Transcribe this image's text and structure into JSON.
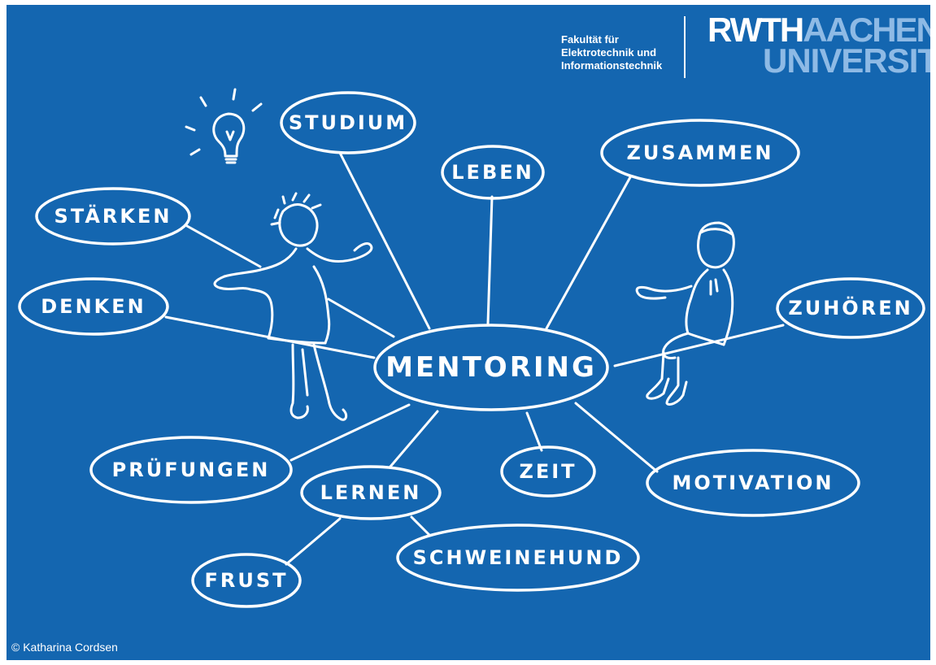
{
  "brand": {
    "faculty_lines": [
      "Fakultät für",
      "Elektrotechnik und",
      "Informationstechnik"
    ],
    "logo_part1": "RWTH",
    "logo_part2": "AACHEN",
    "logo_line2": "UNIVERSITY",
    "colors": {
      "background": "#1466b0",
      "logo_accent": "#8ebae5",
      "ink": "#ffffff"
    }
  },
  "diagram": {
    "center": "MENTORING",
    "nodes": [
      "STUDIUM",
      "LEBEN",
      "ZUSAMMEN",
      "STÄRKEN",
      "DENKEN",
      "ZUHÖREN",
      "PRÜFUNGEN",
      "ZEIT",
      "MOTIVATION",
      "LERNEN",
      "FRUST",
      "SCHWEINEHUND"
    ]
  },
  "illustrations": [
    "lightbulb-icon",
    "mentor-figure",
    "listener-figure"
  ],
  "credit": "© Katharina Cordsen"
}
